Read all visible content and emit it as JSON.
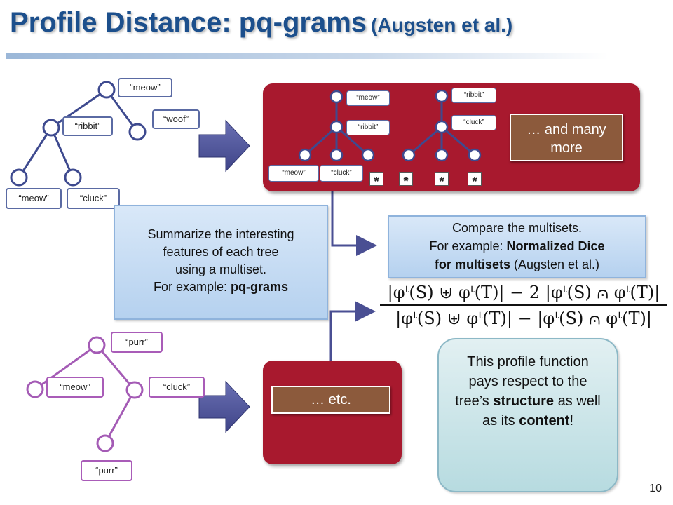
{
  "title": {
    "main": "Profile Distance: pq-grams",
    "citation": "(Augsten et al.)"
  },
  "tree1": {
    "root": "“meow”",
    "left": "“ribbit”",
    "right": "“woof”",
    "leaf1": "“meow”",
    "leaf2": "“cluck”"
  },
  "tree2": {
    "root": "“purr”",
    "left": "“meow”",
    "right": "“cluck”",
    "leaf": "“purr”"
  },
  "panel": {
    "gram1": {
      "a": "“meow”",
      "b": "“ribbit”",
      "c": "“meow”",
      "d": "“cluck”",
      "star": "*"
    },
    "gram2": {
      "a": "“ribbit”",
      "b": "“cluck”",
      "s1": "*",
      "s2": "*",
      "s3": "*"
    },
    "more_label": "… and many more"
  },
  "etc_label": "… etc.",
  "summary": {
    "line1": "Summarize the interesting",
    "line2": "features of each tree",
    "line3": "using a multiset.",
    "line4_prefix": "For example: ",
    "line4_bold": "pq-grams"
  },
  "compare": {
    "line1": "Compare the multisets.",
    "line2_prefix": "For example: ",
    "line2_bold": "Normalized Dice",
    "line3_bold": "for multisets",
    "line3_suffix": " (Augsten et al.)"
  },
  "formula": {
    "numerator": "|φᵗ(S) ⊎ φᵗ(T)| − 2 |φᵗ(S) ⩀ φᵗ(T)|",
    "denominator": "|φᵗ(S) ⊎ φᵗ(T)| − |φᵗ(S) ⩀ φᵗ(T)|"
  },
  "profile_note": {
    "text1": "This profile function pays respect to the tree’s ",
    "bold1": "structure",
    "text2": " as well as its ",
    "bold2": "content",
    "text3": "!"
  },
  "page_number": "10"
}
